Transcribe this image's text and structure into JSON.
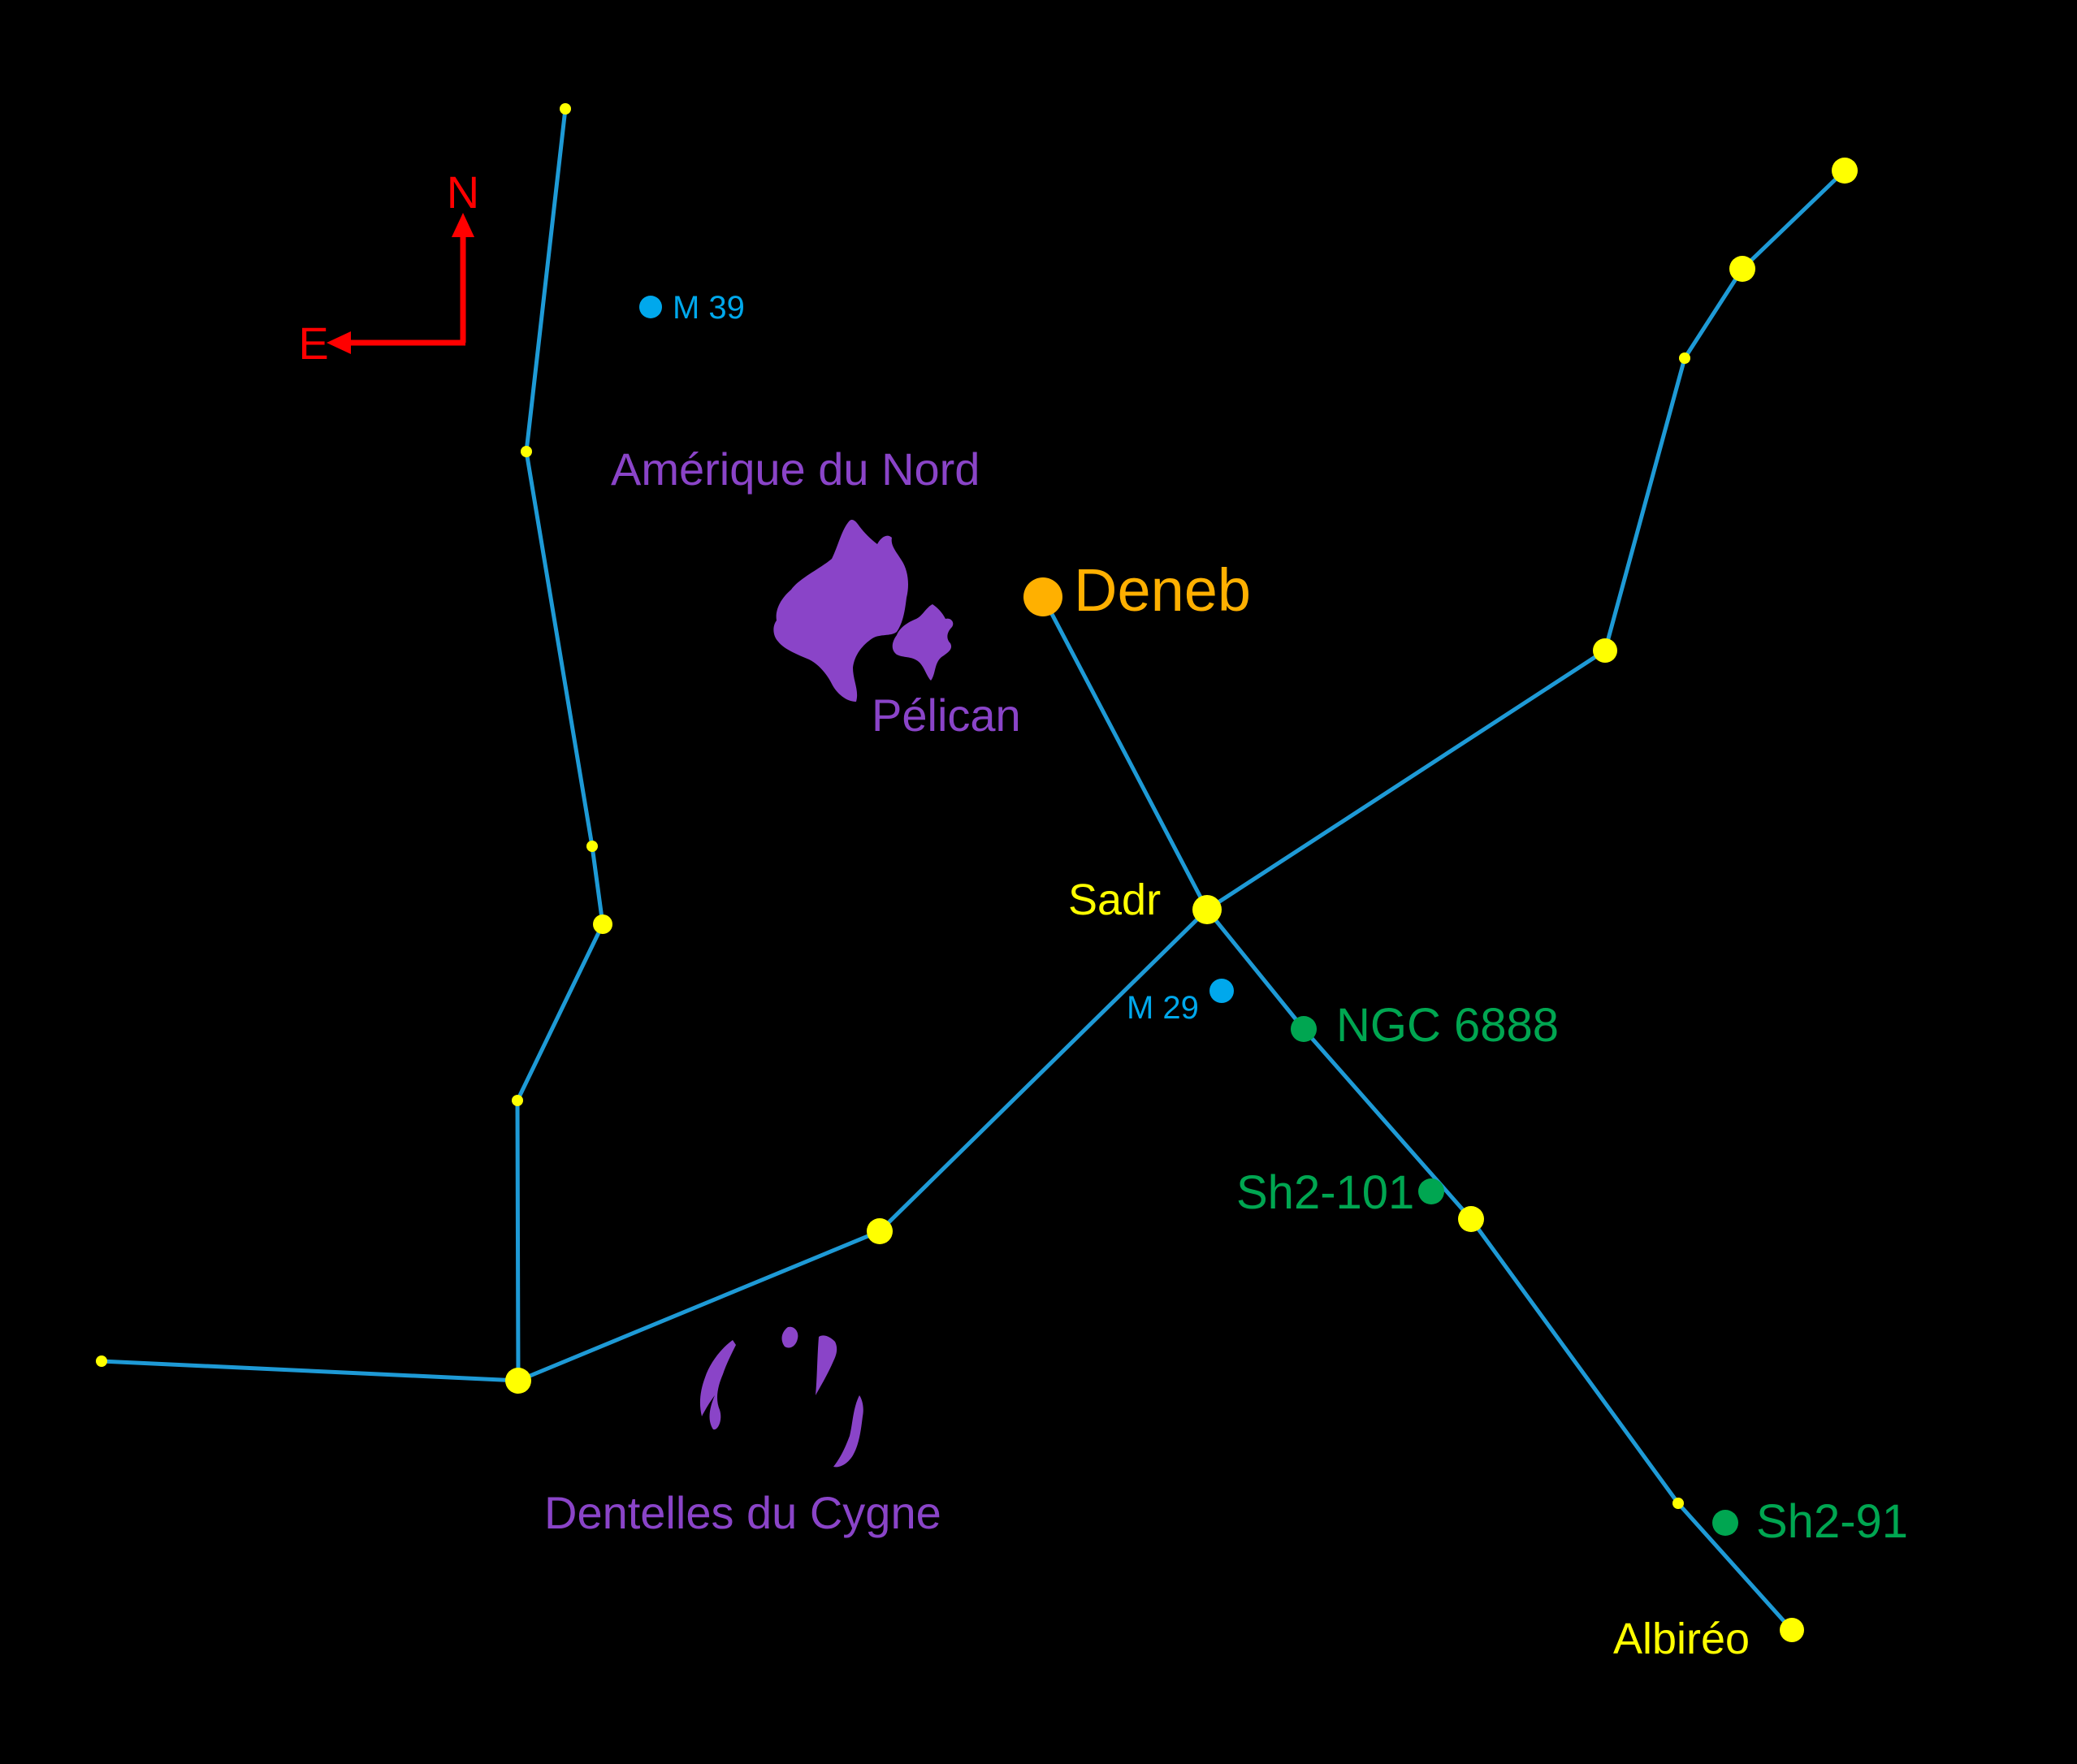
{
  "colors": {
    "background": "#000000",
    "line": "#1e9ad6",
    "star": "#ffff00",
    "deneb": "#ffb000",
    "nebula": "#8a44c8",
    "open_cluster": "#00a8ec",
    "green_object": "#00a651",
    "compass": "#ff0000"
  },
  "compass": {
    "north": "N",
    "east": "E"
  },
  "stars": {
    "deneb": "Deneb",
    "sadr": "Sadr",
    "albireo": "Albiréo"
  },
  "nebulae": {
    "north_america": "Amérique du Nord",
    "pelican": "Pélican",
    "veil": "Dentelles du Cygne"
  },
  "objects": {
    "m39": "M 39",
    "m29": "M 29",
    "ngc6888": "NGC 6888",
    "sh2_101": "Sh2-101",
    "sh2_91": "Sh2-91"
  }
}
